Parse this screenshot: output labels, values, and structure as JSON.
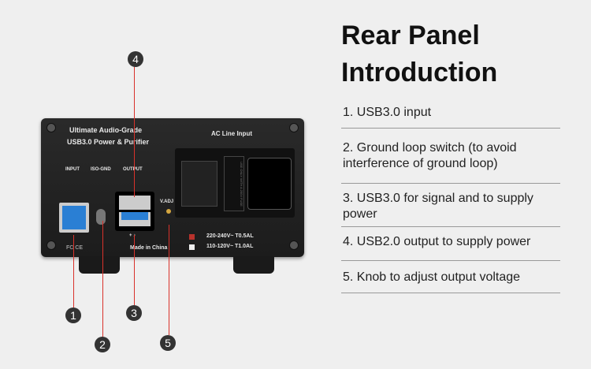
{
  "title_line1": "Rear Panel",
  "title_line2": "Introduction",
  "items": [
    "1. USB3.0 input",
    "2. Ground loop switch (to avoid interference of ground loop)",
    "3. USB3.0 for signal and to supply power",
    "4. USB2.0 output to supply power",
    "5. Knob to adjust output voltage"
  ],
  "device": {
    "brand_line1": "Ultimate Audio-Grade",
    "brand_line2": "USB3.0 Power & Purifier",
    "ac_label": "AC Line Input",
    "input_label": "INPUT",
    "isognd_label": "ISO-GND",
    "output_label": "OUTPUT",
    "vadj_label": "V.ADJ",
    "made_in": "Made in China",
    "cert_marks": "FC CE",
    "usb_symbols": "+ ♪",
    "voltage1": "220-240V~  T0.5AL",
    "voltage2": "110-120V~  T1.0AL",
    "fuse_text": "USE ONLY WITH A 250V FUSE"
  },
  "callouts": [
    "1",
    "2",
    "3",
    "4",
    "5"
  ],
  "colors": {
    "accent": "#d9322b",
    "usb3_blue": "#2a7fd4"
  }
}
